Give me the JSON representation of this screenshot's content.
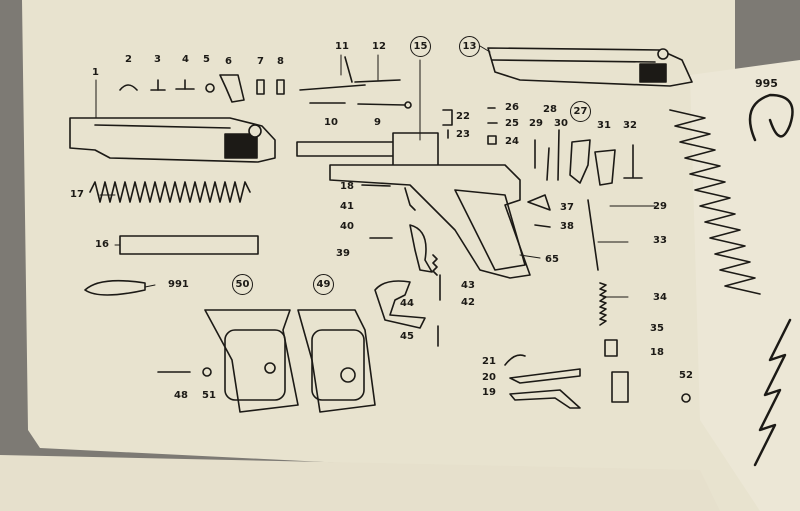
{
  "diagram": {
    "part_numbers": {
      "p1": "1",
      "p2": "2",
      "p3": "3",
      "p4": "4",
      "p5": "5",
      "p6": "6",
      "p7": "7",
      "p8": "8",
      "p9": "9",
      "p10": "10",
      "p11": "11",
      "p12": "12",
      "p13": "13",
      "p15": "15",
      "p16": "16",
      "p17": "17",
      "p18a": "18",
      "p18b": "18",
      "p19": "19",
      "p20": "20",
      "p21": "21",
      "p22": "22",
      "p23": "23",
      "p24": "24",
      "p25": "25",
      "p26": "26",
      "p27": "27",
      "p28": "28",
      "p29a": "29",
      "p29b": "29",
      "p30": "30",
      "p31": "31",
      "p32": "32",
      "p33": "33",
      "p34": "34",
      "p35": "35",
      "p37": "37",
      "p38": "38",
      "p39": "39",
      "p40": "40",
      "p41": "41",
      "p42": "42",
      "p43": "43",
      "p44": "44",
      "p45": "45",
      "p48": "48",
      "p49": "49",
      "p50": "50",
      "p51": "51",
      "p52": "52",
      "p65": "65",
      "p991": "991",
      "p995": "995"
    },
    "colors": {
      "paper": "#e8e3cf",
      "ink": "#1c1a16",
      "background_wall": "#7d7a74"
    }
  }
}
